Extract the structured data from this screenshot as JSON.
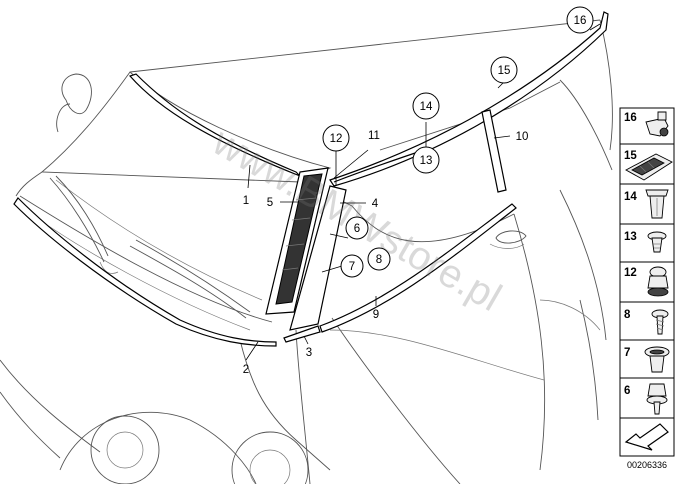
{
  "diagram": {
    "watermark": "www.BMWstore.pl",
    "doc_number": "00206336",
    "callouts_plain": [
      {
        "id": "1",
        "label": "1"
      },
      {
        "id": "2",
        "label": "2"
      },
      {
        "id": "3",
        "label": "3"
      },
      {
        "id": "4",
        "label": "4"
      },
      {
        "id": "5",
        "label": "5"
      },
      {
        "id": "9",
        "label": "9"
      },
      {
        "id": "10",
        "label": "10"
      },
      {
        "id": "11",
        "label": "11"
      }
    ],
    "callouts_circled": [
      {
        "id": "6",
        "label": "6"
      },
      {
        "id": "7",
        "label": "7"
      },
      {
        "id": "8",
        "label": "8"
      },
      {
        "id": "12",
        "label": "12"
      },
      {
        "id": "13",
        "label": "13"
      },
      {
        "id": "14",
        "label": "14"
      },
      {
        "id": "15",
        "label": "15"
      },
      {
        "id": "16",
        "label": "16"
      }
    ],
    "legend": [
      {
        "label": "16",
        "icon": "clip-bracket-icon"
      },
      {
        "label": "15",
        "icon": "clip-connector-icon"
      },
      {
        "label": "14",
        "icon": "expanding-clip-icon"
      },
      {
        "label": "13",
        "icon": "push-rivet-icon"
      },
      {
        "label": "12",
        "icon": "mounting-clip-icon"
      },
      {
        "label": "8",
        "icon": "screw-icon"
      },
      {
        "label": "7",
        "icon": "slotted-clip-icon"
      },
      {
        "label": "6",
        "icon": "fir-tree-clip-icon"
      }
    ],
    "colors": {
      "line": "#000000",
      "car_outline": "#555555",
      "watermark": "#7a7a7a"
    }
  }
}
